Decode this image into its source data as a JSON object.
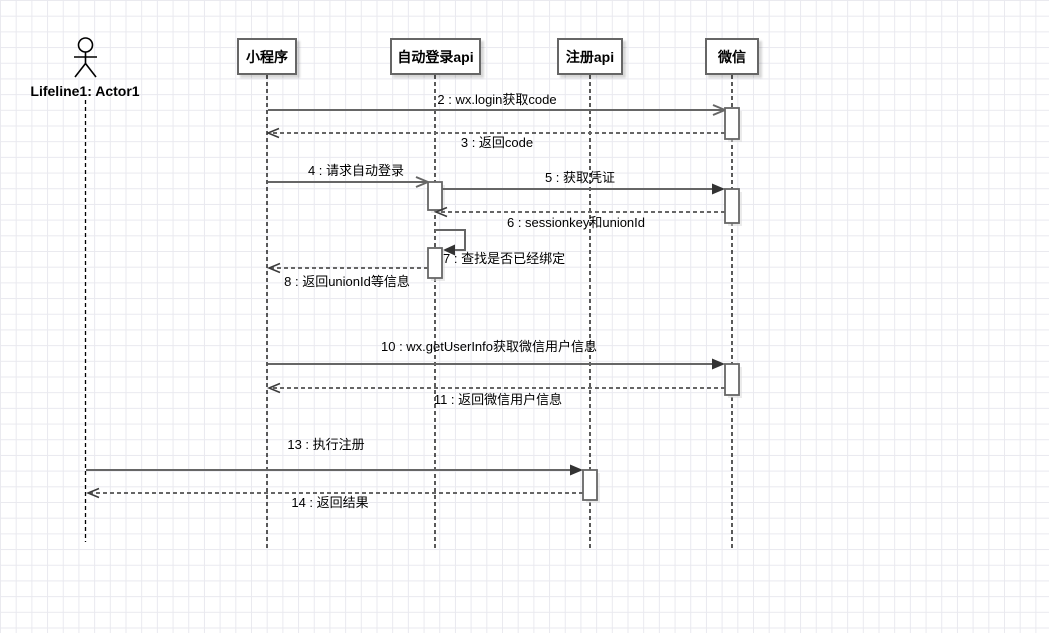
{
  "diagram": {
    "actor": {
      "label": "Lifeline1: Actor1"
    },
    "participants": [
      {
        "id": "mini-program",
        "label": "小程序"
      },
      {
        "id": "auto-login-api",
        "label": "自动登录api"
      },
      {
        "id": "register-api",
        "label": "注册api"
      },
      {
        "id": "wechat",
        "label": "微信"
      }
    ],
    "messages": [
      {
        "seq": "2",
        "label": "2 : wx.login获取code",
        "from": "小程序",
        "to": "微信",
        "line": "solid",
        "arrow": "open"
      },
      {
        "seq": "3",
        "label": "3 : 返回code",
        "from": "微信",
        "to": "小程序",
        "line": "dashed",
        "arrow": "open"
      },
      {
        "seq": "4",
        "label": "4 : 请求自动登录",
        "from": "小程序",
        "to": "自动登录api",
        "line": "solid",
        "arrow": "open"
      },
      {
        "seq": "5",
        "label": "5 : 获取凭证",
        "from": "自动登录api",
        "to": "微信",
        "line": "solid",
        "arrow": "filled"
      },
      {
        "seq": "6",
        "label": "6 : sessionkey和unionId",
        "from": "微信",
        "to": "自动登录api",
        "line": "dashed",
        "arrow": "open"
      },
      {
        "seq": "7",
        "label": "7 : 查找是否已经绑定",
        "from": "自动登录api",
        "to": "自动登录api",
        "line": "solid",
        "arrow": "filled-self"
      },
      {
        "seq": "8",
        "label": "8 : 返回unionId等信息",
        "from": "自动登录api",
        "to": "小程序",
        "line": "dashed",
        "arrow": "open"
      },
      {
        "seq": "10",
        "label": "10 : wx.getUserInfo获取微信用户信息",
        "from": "小程序",
        "to": "微信",
        "line": "solid",
        "arrow": "filled"
      },
      {
        "seq": "11",
        "label": "11 : 返回微信用户信息",
        "from": "微信",
        "to": "小程序",
        "line": "dashed",
        "arrow": "open"
      },
      {
        "seq": "13",
        "label": "13 : 执行注册",
        "from": "Lifeline1: Actor1",
        "to": "注册api",
        "line": "solid",
        "arrow": "filled"
      },
      {
        "seq": "14",
        "label": "14 : 返回结果",
        "from": "注册api",
        "to": "Lifeline1: Actor1",
        "line": "dashed",
        "arrow": "open"
      }
    ],
    "colors": {
      "message_line": "#666666",
      "lifeline": "#000000",
      "shape_border": "#666666",
      "shape_fill": "#ffffff",
      "filled_arrow": "#333333",
      "text": "#000000",
      "grid": "#e9e9ef"
    }
  }
}
